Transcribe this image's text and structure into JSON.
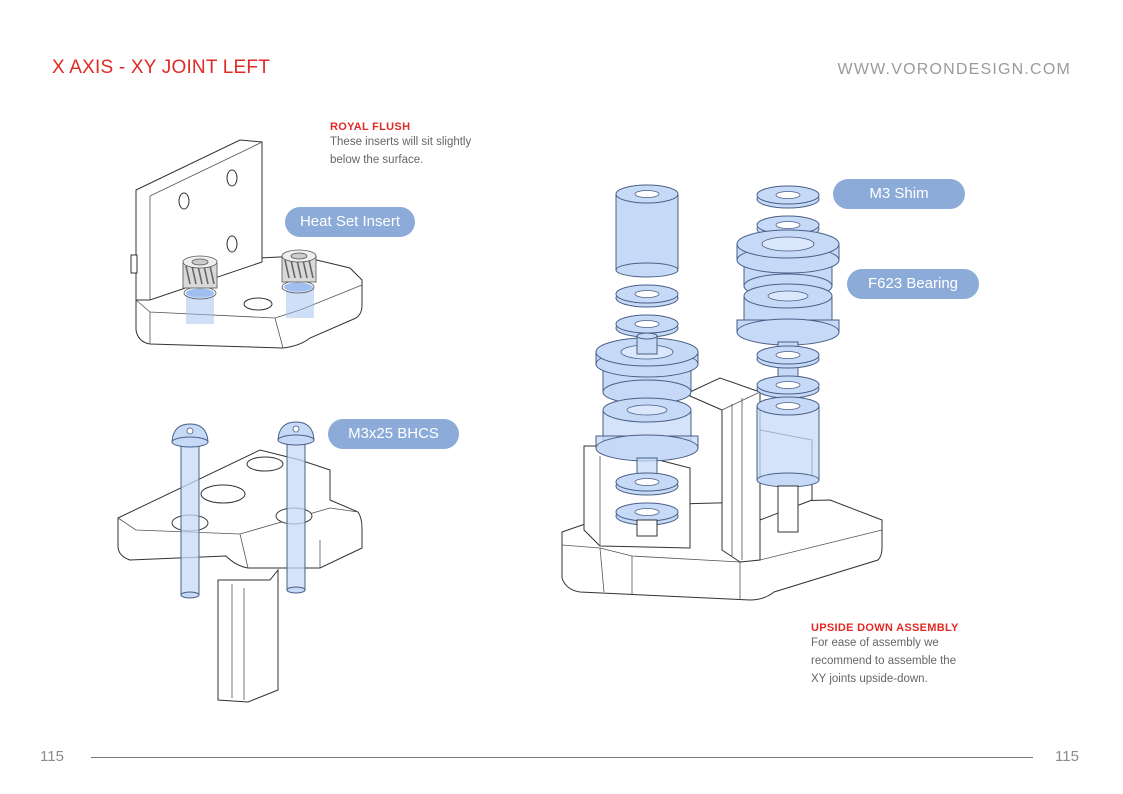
{
  "header": {
    "title": "X AXIS - XY JOINT LEFT",
    "website": "WWW.VORONDESIGN.COM"
  },
  "notes": {
    "royal_flush": {
      "heading": "ROYAL FLUSH",
      "body": "These inserts will sit slightly\nbelow the surface."
    },
    "upside_down": {
      "heading": "UPSIDE DOWN ASSEMBLY",
      "body": "For ease of assembly we\nrecommend to assemble the\nXY joints upside-down."
    }
  },
  "callouts": {
    "heat_set_insert": "Heat Set Insert",
    "bhcs": "M3x25 BHCS",
    "shim": "M3 Shim",
    "bearing": "F623 Bearing"
  },
  "footer": {
    "page_left": "115",
    "page_right": "115"
  },
  "colors": {
    "accent": "#e12a26",
    "callout_fill": "#8cabd8",
    "part_blue": "#c6daf8"
  }
}
